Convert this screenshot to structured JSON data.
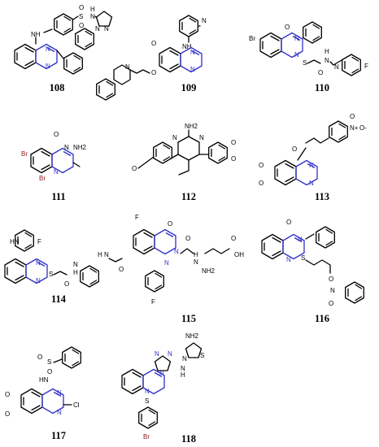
{
  "compounds": [
    {
      "id": "108",
      "atoms": [
        "O",
        "S",
        "O",
        "H",
        "N",
        "N",
        "N",
        "NH",
        "N",
        "N"
      ]
    },
    {
      "id": "109",
      "atoms": [
        "N",
        "O",
        "NH",
        "N",
        "O",
        "N",
        "N"
      ]
    },
    {
      "id": "110",
      "atoms": [
        "Br",
        "O",
        "N",
        "N",
        "S",
        "O",
        "H",
        "N",
        "N",
        "F"
      ]
    },
    {
      "id": "111",
      "atoms": [
        "Br",
        "O",
        "N",
        "NH2",
        "N",
        "Br"
      ]
    },
    {
      "id": "112",
      "atoms": [
        "NH2",
        "N",
        "N",
        "O",
        "O",
        "O"
      ]
    },
    {
      "id": "113",
      "atoms": [
        "O",
        "N+",
        "O-",
        "O",
        "O",
        "N",
        "N",
        "O"
      ]
    },
    {
      "id": "114",
      "atoms": [
        "HN",
        "F",
        "N",
        "N",
        "S",
        "O",
        "N",
        "H",
        "N",
        "H",
        "O"
      ]
    },
    {
      "id": "115",
      "atoms": [
        "F",
        "O",
        "N",
        "N",
        "O",
        "H",
        "N",
        "NH2",
        "O",
        "OH",
        "F"
      ]
    },
    {
      "id": "116",
      "atoms": [
        "O",
        "N",
        "N",
        "S",
        "O",
        "N",
        "O"
      ]
    },
    {
      "id": "117",
      "atoms": [
        "O",
        "S",
        "O",
        "HN",
        "O",
        "N",
        "O",
        "N",
        "Cl"
      ]
    },
    {
      "id": "118",
      "atoms": [
        "NH2",
        "S",
        "N",
        "N",
        "N",
        "N",
        "N",
        "H",
        "N",
        "S",
        "Br"
      ]
    }
  ]
}
